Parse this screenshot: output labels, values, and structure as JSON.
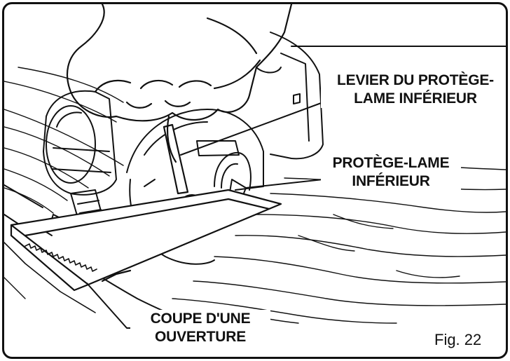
{
  "callouts": {
    "lower_guard_lever": [
      "LEVIER DU PROTÈGE-",
      "LAME INFÉRIEUR"
    ],
    "lower_guard": [
      "PROTÈGE-LAME",
      "INFÉRIEUR"
    ],
    "plunge_cut": [
      "COUPE D'UNE",
      "OUVERTURE"
    ]
  },
  "figure_label": "Fig. 22",
  "colors": {
    "ink": "#111111",
    "background": "#ffffff"
  }
}
